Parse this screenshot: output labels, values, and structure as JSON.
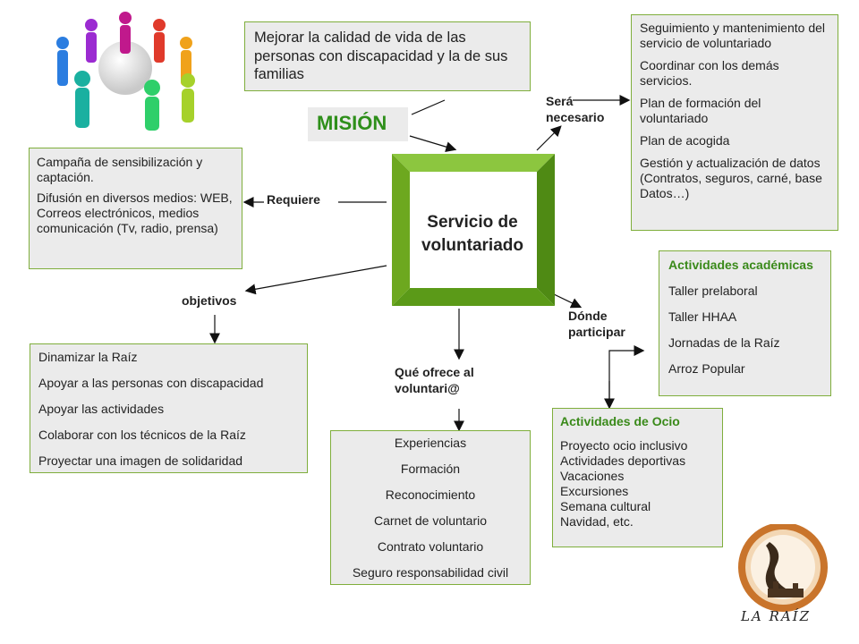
{
  "mission_text": "Mejorar la calidad de vida de las personas con discapacidad y la de sus familias",
  "mission_label": "MISIÓN",
  "center_title": "Servicio de voluntariado",
  "labels": {
    "sera_necesario": "Será necesario",
    "requiere": "Requiere",
    "objetivos": "objetivos",
    "que_ofrece": "Qué ofrece al voluntari@",
    "donde_participar": "Dónde participar"
  },
  "necesario_items": [
    "Seguimiento y mantenimiento del servicio de voluntariado",
    "Coordinar con los demás servicios.",
    "Plan de formación del voluntariado",
    "Plan de acogida",
    "Gestión y actualización de datos (Contratos, seguros, carné, base Datos…)"
  ],
  "requiere_items": [
    "Campaña de sensibilización y captación.",
    "Difusión en diversos medios: WEB, Correos electrónicos, medios comunicación (Tv, radio, prensa)"
  ],
  "objetivos_items": [
    "Dinamizar la Raíz",
    "Apoyar a las personas con discapacidad",
    "Apoyar las actividades",
    "Colaborar con los técnicos de la Raíz",
    "Proyectar una imagen de solidaridad"
  ],
  "ofrece_items": [
    "Experiencias",
    "Formación",
    "Reconocimiento",
    "Carnet de voluntario",
    "Contrato voluntario",
    "Seguro responsabilidad civil"
  ],
  "academicas": {
    "title": "Actividades académicas",
    "items": [
      "Taller prelaboral",
      "Taller HHAA",
      "Jornadas de la Raíz",
      "Arroz Popular"
    ]
  },
  "ocio": {
    "title": "Actividades de Ocio",
    "items": [
      "Proyecto ocio inclusivo",
      "Actividades deportivas",
      "Vacaciones",
      "Excursiones",
      "Semana cultural",
      "Navidad, etc."
    ]
  },
  "logo_text": "LA RAÍZ",
  "colors": {
    "border_green": "#7fae3c",
    "box_bg": "#ebebeb",
    "frame_green": "#7ab317",
    "accent_green": "#3a8a1a"
  }
}
